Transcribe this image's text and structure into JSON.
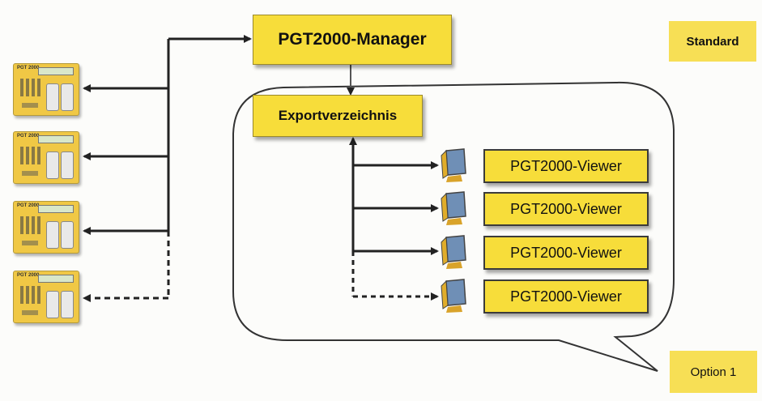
{
  "manager": {
    "label": "PGT2000-Manager"
  },
  "export": {
    "label": "Exportverzeichnis"
  },
  "legend": {
    "standard": "Standard",
    "option": "Option 1"
  },
  "viewers": [
    {
      "label": "PGT2000-Viewer",
      "connection": "standard"
    },
    {
      "label": "PGT2000-Viewer",
      "connection": "standard"
    },
    {
      "label": "PGT2000-Viewer",
      "connection": "standard"
    },
    {
      "label": "PGT2000-Viewer",
      "connection": "option"
    }
  ],
  "devices": [
    {
      "label": "PGT 2000",
      "connection": "standard"
    },
    {
      "label": "PGT 2000",
      "connection": "standard"
    },
    {
      "label": "PGT 2000",
      "connection": "standard"
    },
    {
      "label": "PGT 2000",
      "connection": "option"
    }
  ],
  "icons": [
    "monitor-icon",
    "device-icon",
    "arrow-icon"
  ],
  "colors": {
    "box": "#f7dd3a",
    "line": "#222222"
  }
}
